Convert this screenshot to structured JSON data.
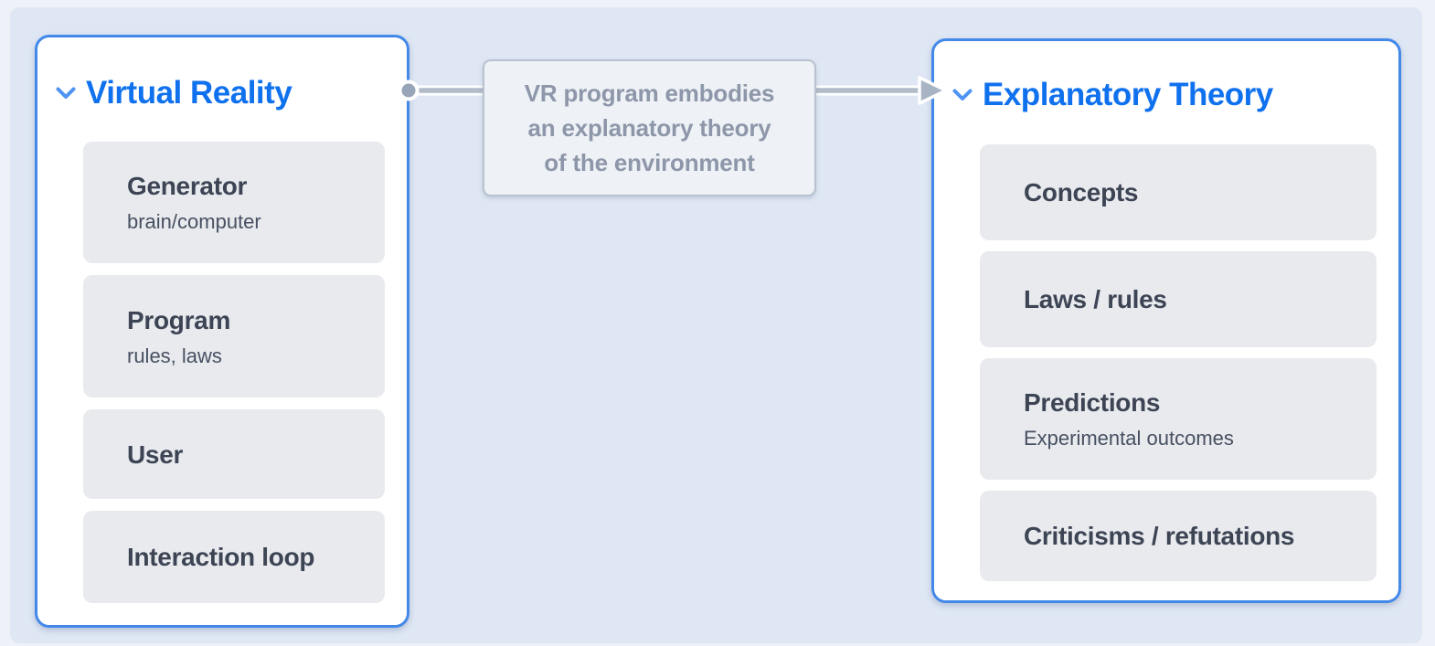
{
  "left_panel": {
    "title": "Virtual Reality",
    "collapse_icon": "chevron-down",
    "items": [
      {
        "title": "Generator",
        "subtitle": "brain/computer"
      },
      {
        "title": "Program",
        "subtitle": "rules, laws"
      },
      {
        "title": "User"
      },
      {
        "title": "Interaction loop"
      }
    ]
  },
  "right_panel": {
    "title": "Explanatory Theory",
    "collapse_icon": "chevron-down",
    "items": [
      {
        "title": "Concepts"
      },
      {
        "title": "Laws / rules"
      },
      {
        "title": "Predictions",
        "subtitle": "Experimental outcomes"
      },
      {
        "title": "Criticisms / refutations"
      }
    ]
  },
  "connector": {
    "from": "Virtual Reality",
    "to": "Explanatory Theory",
    "start_marker": "circle",
    "end_marker": "arrow",
    "label_lines": [
      "VR program embodies",
      "an explanatory theory",
      "of the environment"
    ]
  },
  "colors": {
    "canvas_background": "#dfe7f4",
    "page_background": "#eef1f8",
    "panel_border": "#4389e9",
    "panel_title_blue": "#1071ee",
    "chevron_blue": "#4f94f3",
    "card_background": "#e8eaee",
    "card_title_text": "#3d4555",
    "card_subtitle_text": "#475061",
    "connector_gray": "#b2bcc9",
    "connector_marker_gray": "#98a4b8",
    "edge_label_background": "#eef1f6",
    "edge_label_border": "#b9c2cf",
    "edge_label_text": "#8d97a9"
  }
}
